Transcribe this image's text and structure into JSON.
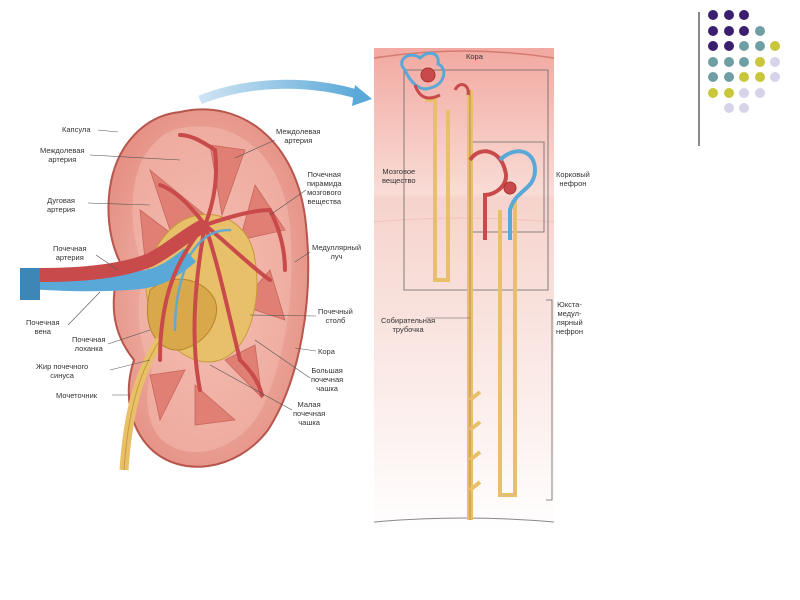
{
  "colors": {
    "purple": "#3b1f6e",
    "teal": "#6f9fa4",
    "yellow": "#c8c63a",
    "lavender": "#d6d3ea",
    "artery": "#c94a4a",
    "vein": "#5aa8d8",
    "cortex": "#e89a8f",
    "fat": "#e8c06a"
  },
  "decoration": {
    "dot_rows": [
      [
        "purple",
        "purple",
        "purple",
        ""
      ],
      [
        "purple",
        "purple",
        "purple",
        "teal"
      ],
      [
        "purple",
        "purple",
        "teal",
        "teal",
        "yellow"
      ],
      [
        "teal",
        "teal",
        "teal",
        "yellow",
        "lavender"
      ],
      [
        "teal",
        "teal",
        "yellow",
        "yellow",
        "lavender"
      ],
      [
        "yellow",
        "yellow",
        "lavender",
        "lavender",
        ""
      ],
      [
        "",
        "lavender",
        "lavender",
        "",
        ""
      ]
    ]
  },
  "kidney": {
    "labels": {
      "capsule": "Капсула",
      "interlobar_artery_left": "Междолевая\nартерия",
      "arcuate_artery": "Дуговая\nартерия",
      "renal_artery": "Почечная\nартерия",
      "renal_vein": "Почечная\nвена",
      "renal_pelvis": "Почечная\nлоханка",
      "sinus_fat": "Жир почечного\nсинуса",
      "ureter": "Мочеточник",
      "interlobar_artery_right": "Междолевая\nартерия",
      "renal_pyramid": "Почечная\nпирамида\nмозгового\nвещества",
      "medullary_ray": "Медуллярный\nлуч",
      "renal_column": "Почечный\nстолб",
      "cortex": "Кора",
      "major_calyx": "Большая\nпочечная\nчашка",
      "minor_calyx": "Малая\nпочечная\nчашка"
    }
  },
  "nephron": {
    "labels": {
      "cortex": "Кора",
      "medulla": "Мозговое\nвещество",
      "cortical_nephron": "Корковый\nнефрон",
      "collecting_duct": "Собирательная\nтрубочка",
      "juxtamedullary_nephron": "Юкста-\nмедул-\nлярный\nнефрон"
    }
  }
}
